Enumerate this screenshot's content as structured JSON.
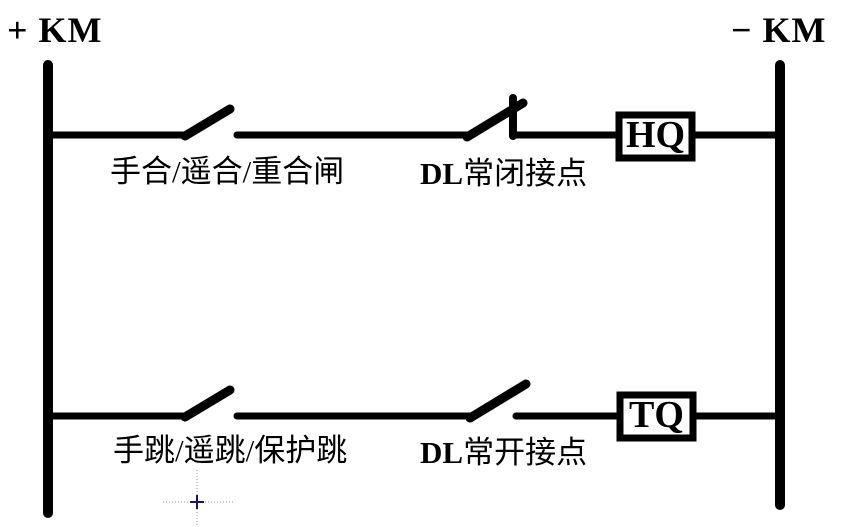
{
  "rails": {
    "positive_label": "+ KM",
    "negative_label": "− KM"
  },
  "branches": [
    {
      "name": "closing-circuit",
      "switch_label": "手合/遥合/重合闸",
      "contact_prefix": "DL",
      "contact_label": "常闭接点",
      "coil_label": "HQ"
    },
    {
      "name": "tripping-circuit",
      "switch_label": "手跳/遥跳/保护跳",
      "contact_prefix": "DL",
      "contact_label": "常开接点",
      "coil_label": "TQ"
    }
  ],
  "colors": {
    "line": "#000000",
    "background": "#ffffff",
    "cursor_center": "#16166b",
    "cursor_dots": "#9094a8"
  }
}
